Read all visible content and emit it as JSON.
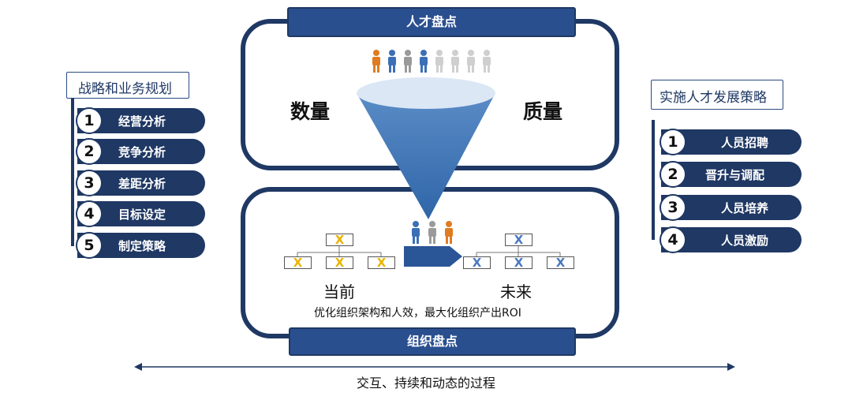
{
  "left": {
    "title": "战略和业务规划",
    "items": [
      {
        "num": "1",
        "label": "经营分析"
      },
      {
        "num": "2",
        "label": "竞争分析"
      },
      {
        "num": "3",
        "label": "差距分析"
      },
      {
        "num": "4",
        "label": "目标设定"
      },
      {
        "num": "5",
        "label": "制定策略"
      }
    ]
  },
  "right": {
    "title": "实施人才发展策略",
    "items": [
      {
        "num": "1",
        "label": "人员招聘"
      },
      {
        "num": "2",
        "label": "晋升与调配"
      },
      {
        "num": "3",
        "label": "人员培养"
      },
      {
        "num": "4",
        "label": "人员激励"
      }
    ]
  },
  "talent": {
    "title": "人才盘点",
    "left_label": "数量",
    "right_label": "质量"
  },
  "org": {
    "title": "组织盘点",
    "current_label": "当前",
    "future_label": "未来",
    "caption": "优化组织架构和人效，最大化组织产出ROI",
    "x_mark": "X"
  },
  "bottom_caption": "交互、持续和动态的过程",
  "colors": {
    "navy": "#1f3864",
    "funnel": "#3a70b0",
    "orange": "#e07b20",
    "blue": "#3b6fb6",
    "gray": "#9a9a9a",
    "light_gray": "#cfcfcf",
    "yellow_x": "#e8b400",
    "blue_x": "#4a78c0"
  }
}
